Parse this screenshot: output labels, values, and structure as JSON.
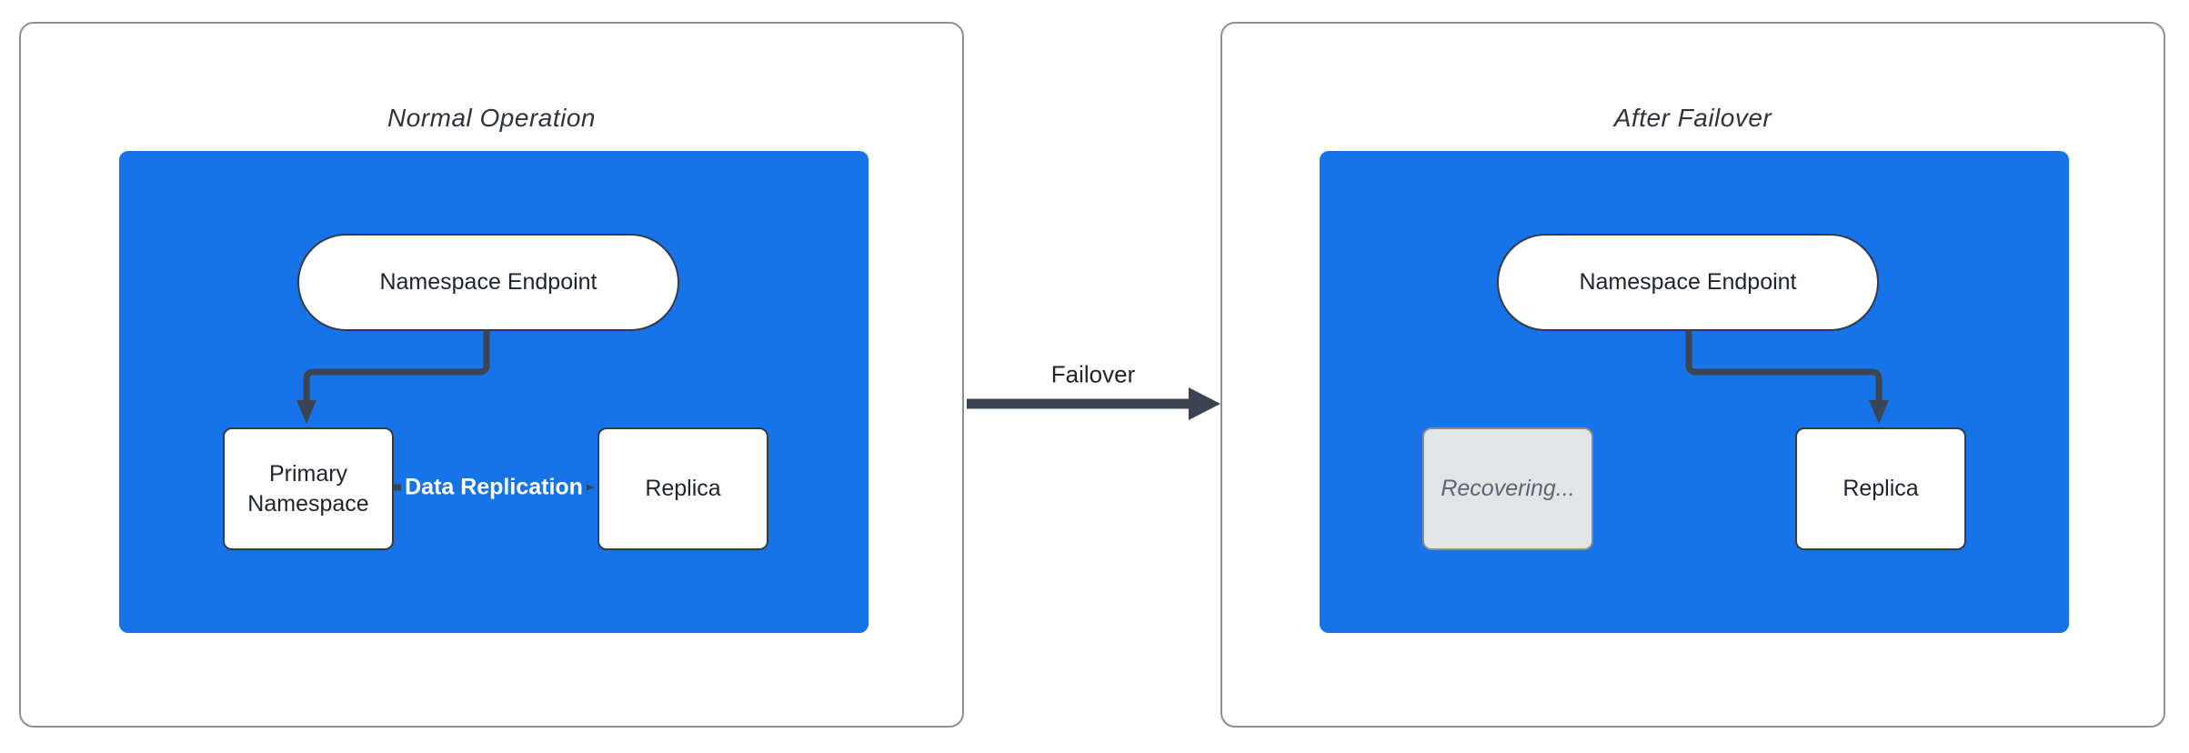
{
  "diagram": {
    "panels": [
      {
        "title": "Normal Operation",
        "endpoint": "Namespace Endpoint",
        "primary": "Primary Namespace",
        "replica": "Replica",
        "replication_label": "Data Replication"
      },
      {
        "title": "After Failover",
        "endpoint": "Namespace Endpoint",
        "recovering": "Recovering...",
        "replica": "Replica"
      }
    ],
    "transition": {
      "label": "Failover"
    }
  },
  "colors": {
    "container_blue": "#1673e8",
    "edge_dark": "#3d4451",
    "recovering_fill": "#e3e4e6",
    "recovering_text": "#5f6570",
    "node_border": "#343b45",
    "panel_border": "#8d9196",
    "title_text": "#2e343b",
    "node_text": "#1f242b"
  }
}
